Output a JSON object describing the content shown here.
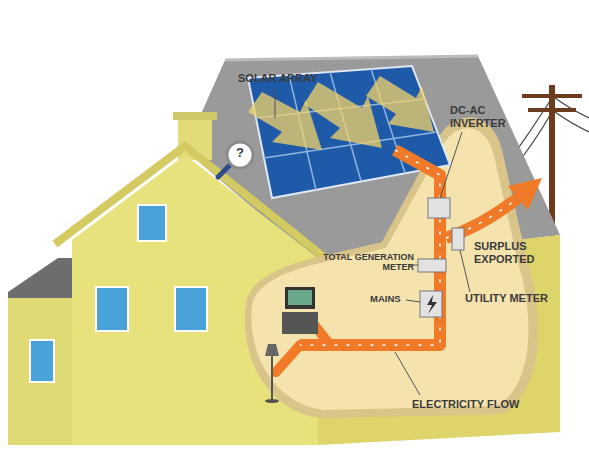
{
  "diagram": {
    "labels": [
      "SOLAR ARRAY",
      "DC-AC INVERTER",
      "TOTAL GENERATION METER",
      "MAINS",
      "SURPLUS EXPORTED",
      "UTILITY METER",
      "ELECTRICITY FLOW",
      "?"
    ]
  }
}
